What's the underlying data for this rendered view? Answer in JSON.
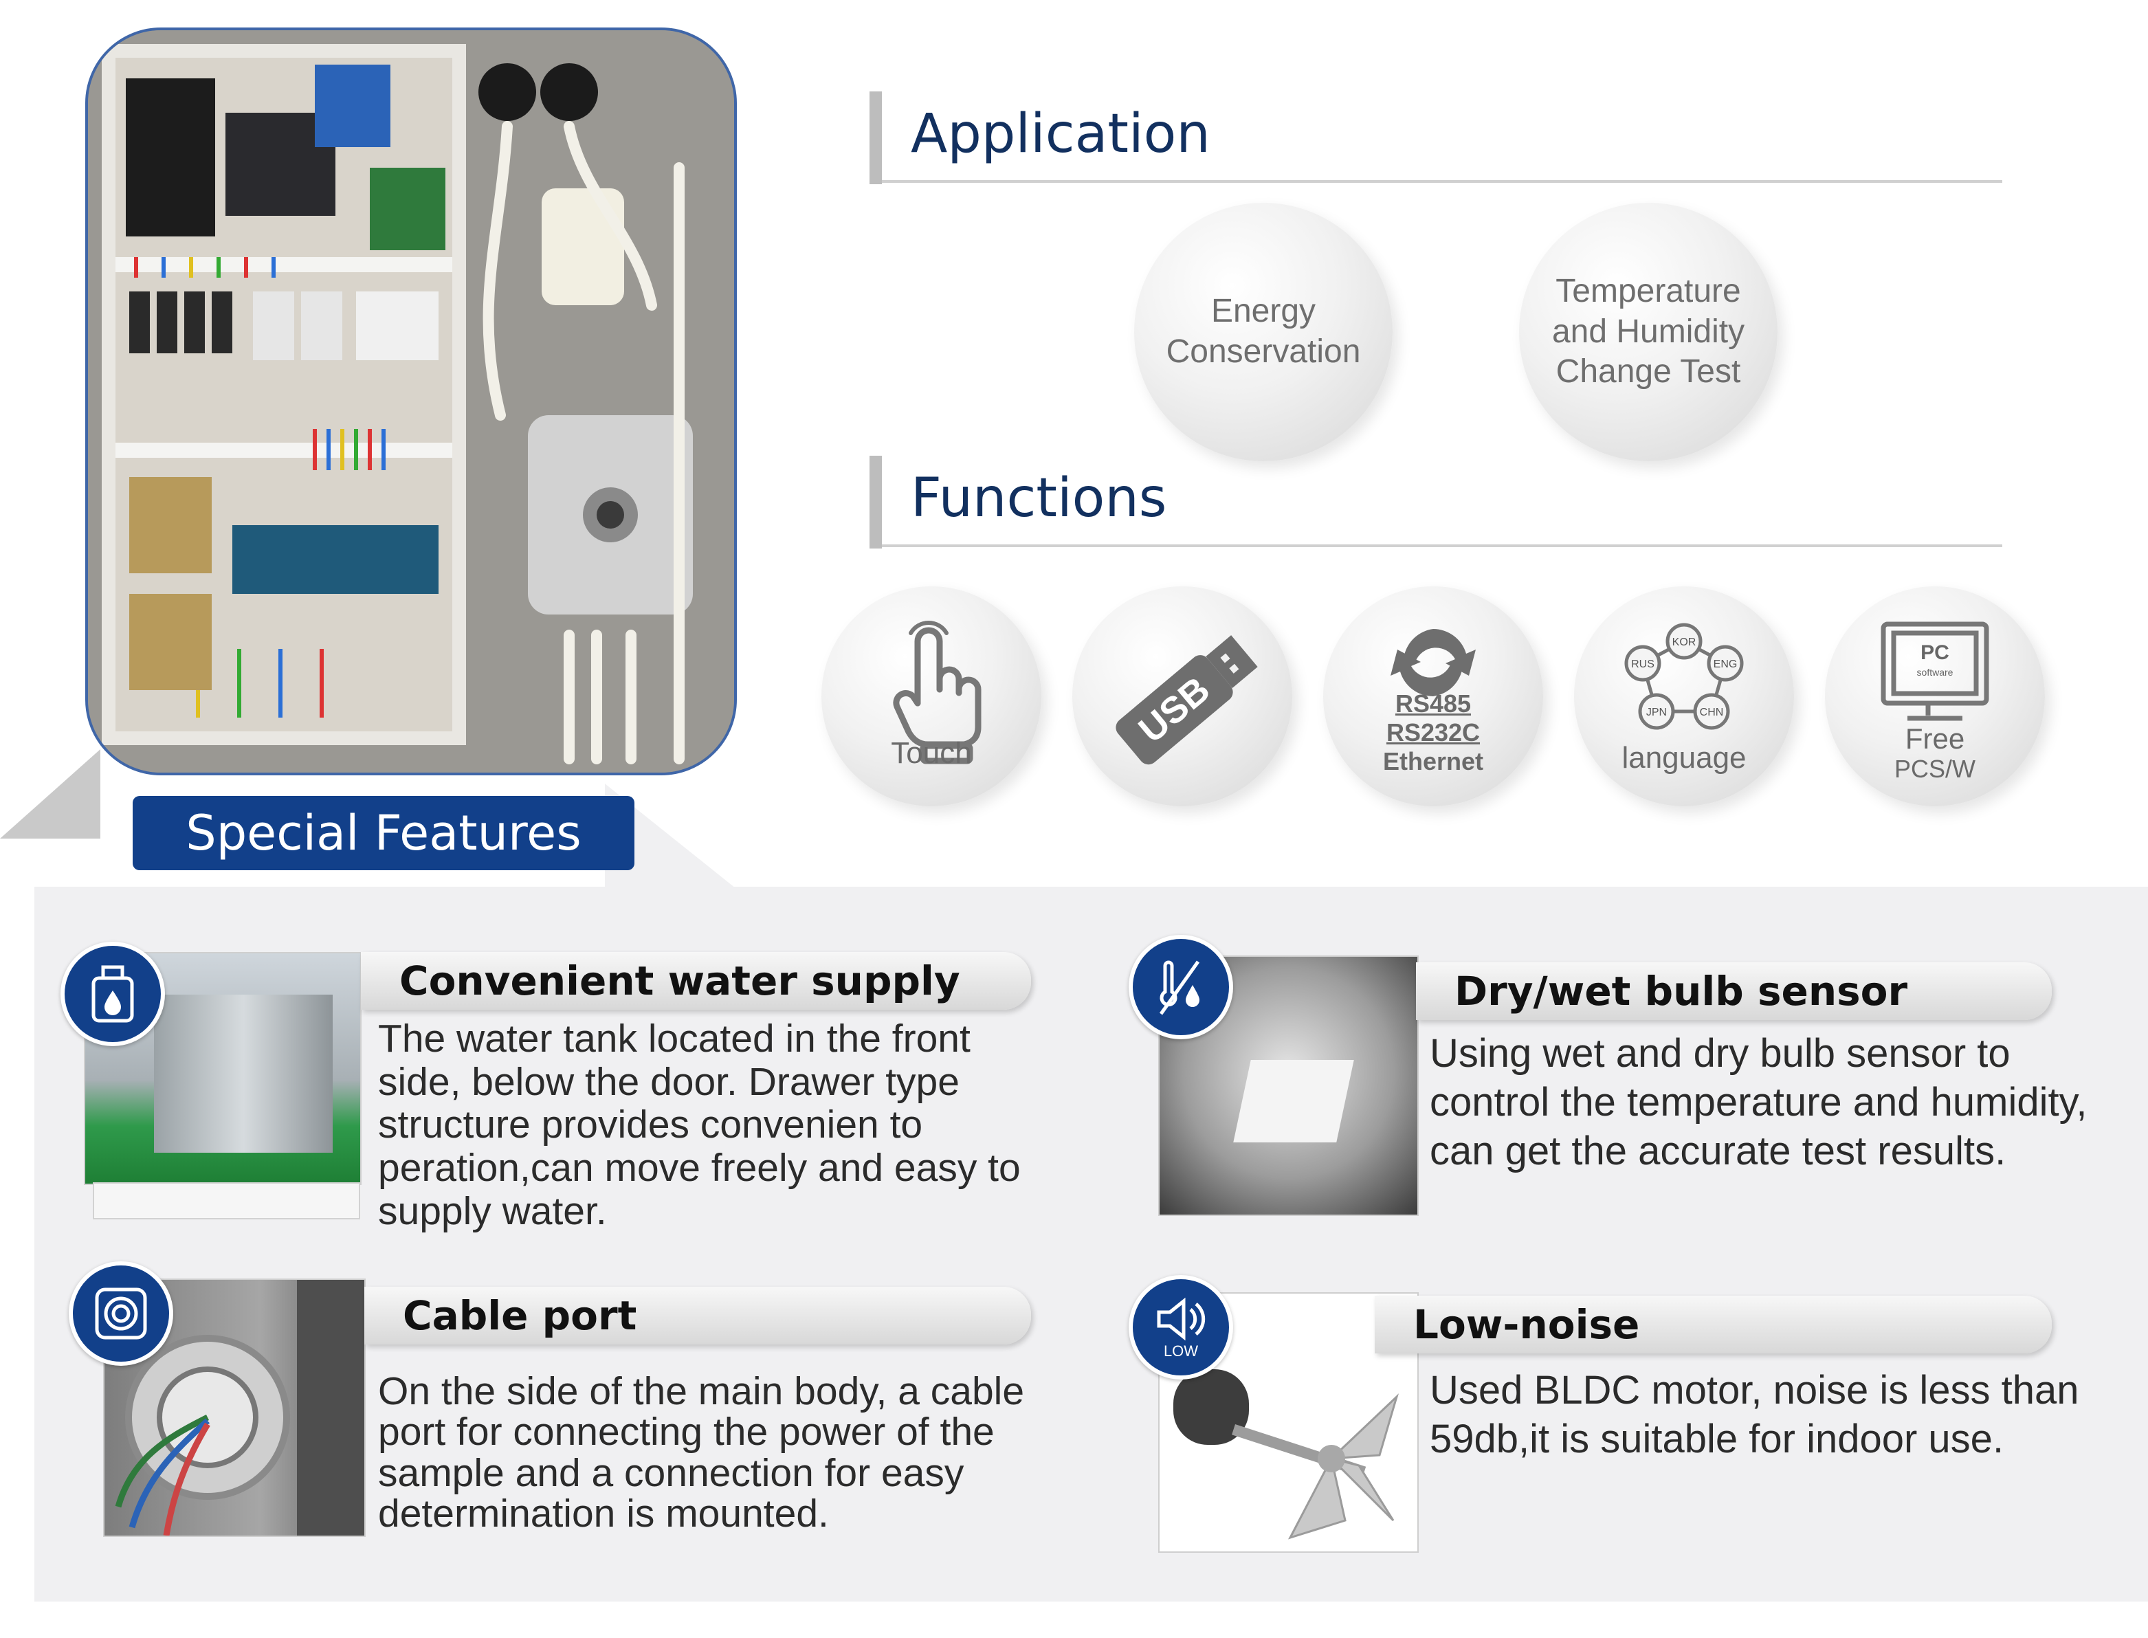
{
  "application": {
    "title": "Application",
    "items": [
      "Energy Conservation",
      "Temperature and Humidity Change Test"
    ]
  },
  "functions": {
    "title": "Functions",
    "touch_label": "Touch",
    "usb_label": "USB",
    "comm_labels": [
      "RS485",
      "RS232C",
      "Ethernet"
    ],
    "language_label": "language",
    "language_codes": [
      "KOR",
      "RUS",
      "ENG",
      "JPN",
      "CHN"
    ],
    "pc_label": "PC",
    "pc_sub": "software",
    "free_label": "Free",
    "pcsw_label": "PCS/W"
  },
  "special_features": {
    "title": "Special Features",
    "items": [
      {
        "heading": "Convenient water supply",
        "text": "The water tank located in the front side, below the  door. Drawer type structure provides convenien to peration,can move freely and easy to supply water."
      },
      {
        "heading": "Dry/wet bulb sensor",
        "text": "Using wet and dry bulb sensor to control the temperature and humidity, can get the accurate test results."
      },
      {
        "heading": "Cable port",
        "text": "On the side of the main body, a cable port for connecting the power of the sample and a connection for easy determination is mounted."
      },
      {
        "heading": "Low-noise",
        "text": "Used BLDC motor, noise is less than 59db,it is suitable for indoor use.",
        "icon_text": "LOW"
      }
    ]
  },
  "colors": {
    "navy": "#12408a",
    "heading_text": "#12305f",
    "panel_bg": "#f0f0f2"
  }
}
